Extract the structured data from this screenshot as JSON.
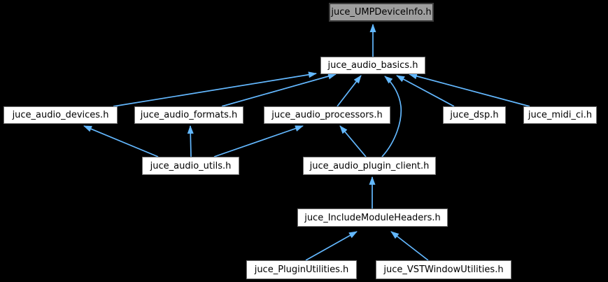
{
  "diagram": {
    "type": "include-dependency-graph",
    "colors": {
      "background": "#000000",
      "edge": "#63b8ff",
      "node_fill": "#ffffff",
      "node_border": "#747474",
      "root_node_fill": "#9e9e9e",
      "root_node_border": "#3d3d3d",
      "text": "#000000"
    },
    "nodes": {
      "ump": {
        "label": "juce_UMPDeviceInfo.h"
      },
      "basics": {
        "label": "juce_audio_basics.h"
      },
      "devices": {
        "label": "juce_audio_devices.h"
      },
      "formats": {
        "label": "juce_audio_formats.h"
      },
      "processors": {
        "label": "juce_audio_processors.h"
      },
      "dsp": {
        "label": "juce_dsp.h"
      },
      "midici": {
        "label": "juce_midi_ci.h"
      },
      "utils": {
        "label": "juce_audio_utils.h"
      },
      "pluginclient": {
        "label": "juce_audio_plugin_client.h"
      },
      "imh": {
        "label": "juce_IncludeModuleHeaders.h"
      },
      "pluginutils": {
        "label": "juce_PluginUtilities.h"
      },
      "vstwindow": {
        "label": "juce_VSTWindowUtilities.h"
      }
    },
    "edges": [
      {
        "from": "juce_audio_basics.h",
        "to": "juce_UMPDeviceInfo.h"
      },
      {
        "from": "juce_audio_devices.h",
        "to": "juce_audio_basics.h"
      },
      {
        "from": "juce_audio_formats.h",
        "to": "juce_audio_basics.h"
      },
      {
        "from": "juce_audio_processors.h",
        "to": "juce_audio_basics.h"
      },
      {
        "from": "juce_dsp.h",
        "to": "juce_audio_basics.h"
      },
      {
        "from": "juce_midi_ci.h",
        "to": "juce_audio_basics.h"
      },
      {
        "from": "juce_audio_utils.h",
        "to": "juce_audio_devices.h"
      },
      {
        "from": "juce_audio_utils.h",
        "to": "juce_audio_formats.h"
      },
      {
        "from": "juce_audio_utils.h",
        "to": "juce_audio_processors.h"
      },
      {
        "from": "juce_audio_plugin_client.h",
        "to": "juce_audio_processors.h"
      },
      {
        "from": "juce_audio_plugin_client.h",
        "to": "juce_audio_basics.h"
      },
      {
        "from": "juce_IncludeModuleHeaders.h",
        "to": "juce_audio_plugin_client.h"
      },
      {
        "from": "juce_PluginUtilities.h",
        "to": "juce_IncludeModuleHeaders.h"
      },
      {
        "from": "juce_VSTWindowUtilities.h",
        "to": "juce_IncludeModuleHeaders.h"
      }
    ]
  }
}
